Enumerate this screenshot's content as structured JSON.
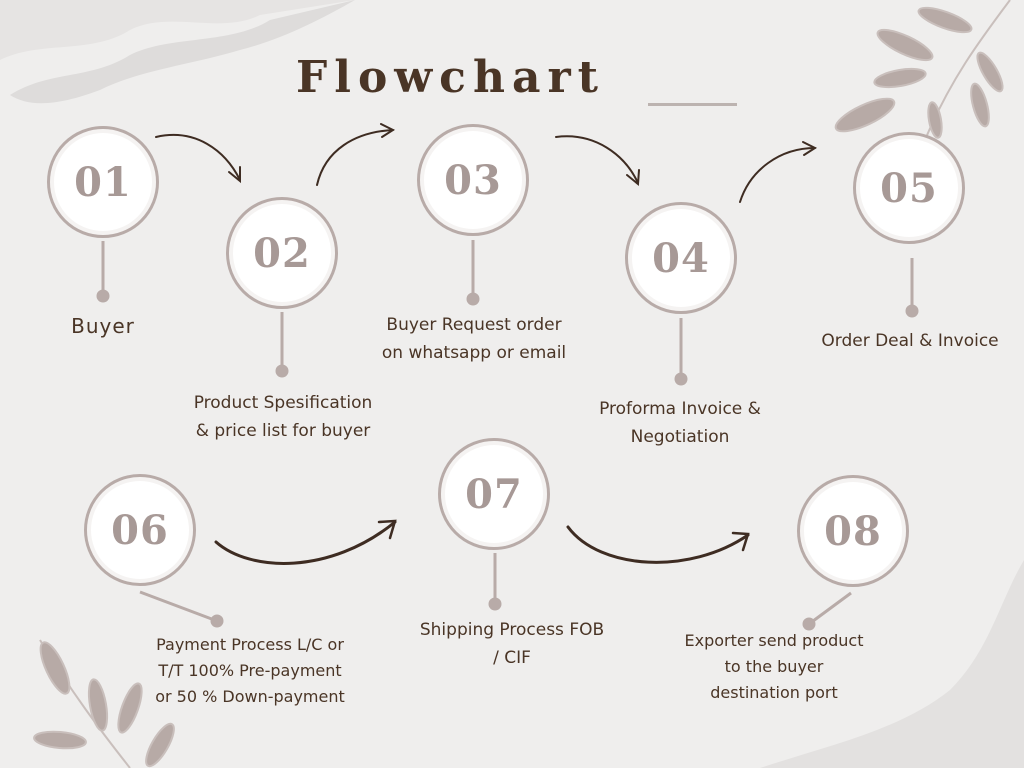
{
  "title": "Flowchart",
  "colors": {
    "accent": "#b8aba8",
    "text": "#4a3526",
    "arrow": "#3e2c22",
    "background": "#efeeed"
  },
  "steps": [
    {
      "number": "01",
      "label": "Buyer"
    },
    {
      "number": "02",
      "label": "Product Spesification\n& price list for buyer"
    },
    {
      "number": "03",
      "label": "Buyer Request order\non whatsapp or email"
    },
    {
      "number": "04",
      "label": "Proforma Invoice &\nNegotiation"
    },
    {
      "number": "05",
      "label": "Order Deal & Invoice"
    },
    {
      "number": "06",
      "label": "Payment Process L/C or\nT/T 100% Pre-payment\nor 50 % Down-payment"
    },
    {
      "number": "07",
      "label": "Shipping Process FOB\n/ CIF"
    },
    {
      "number": "08",
      "label": "Exporter send product\nto the buyer\ndestination port"
    }
  ]
}
